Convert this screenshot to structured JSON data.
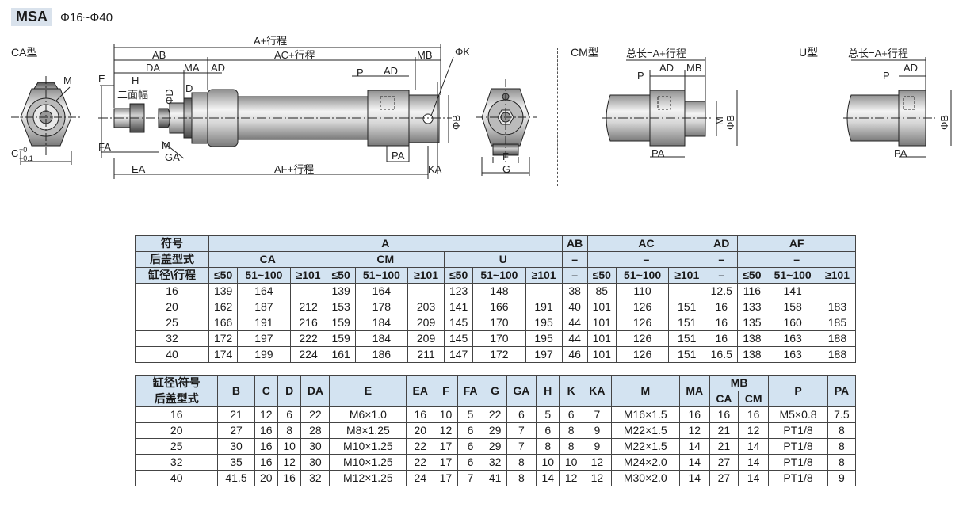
{
  "header": {
    "model": "MSA",
    "range": "Φ16~Φ40"
  },
  "views": {
    "ca": "CA型",
    "cm": "CM型",
    "u": "U型"
  },
  "drawing_labels": {
    "a_stroke": "A+行程",
    "ab": "AB",
    "ac_stroke": "AC+行程",
    "mb": "MB",
    "phik": "ΦK",
    "da": "DA",
    "ma": "MA",
    "ad": "AD",
    "e": "E",
    "h": "H",
    "two_face": "二面幅",
    "phid": "ΦD",
    "d": "D",
    "m": "M",
    "p": "P",
    "phib": "ΦB",
    "fa": "FA",
    "ga": "GA",
    "ea": "EA",
    "af_stroke": "AF+行程",
    "pa": "PA",
    "ka": "KA",
    "f": "F",
    "g": "G",
    "c_tol": "C",
    "c_sup": "+0",
    "c_sub": "−0.1",
    "total_len": "总长=A+行程",
    "cm_m": "M"
  },
  "table1": {
    "h1": {
      "sym": "符号",
      "a": "A",
      "ab": "AB",
      "ac": "AC",
      "ad": "AD",
      "af": "AF"
    },
    "h2": {
      "type": "后盖型式",
      "ca": "CA",
      "cm": "CM",
      "u": "U",
      "ab": "–",
      "ac": "–",
      "ad": "–",
      "af": "–"
    },
    "h3": {
      "bore": "缸径\\行程",
      "c1": "≤50",
      "c2": "51~100",
      "c3": "≥101",
      "ab": "–",
      "ad": "–"
    },
    "rows": [
      [
        "16",
        "139",
        "164",
        "–",
        "139",
        "164",
        "–",
        "123",
        "148",
        "–",
        "38",
        "85",
        "110",
        "–",
        "12.5",
        "116",
        "141",
        "–"
      ],
      [
        "20",
        "162",
        "187",
        "212",
        "153",
        "178",
        "203",
        "141",
        "166",
        "191",
        "40",
        "101",
        "126",
        "151",
        "16",
        "133",
        "158",
        "183"
      ],
      [
        "25",
        "166",
        "191",
        "216",
        "159",
        "184",
        "209",
        "145",
        "170",
        "195",
        "44",
        "101",
        "126",
        "151",
        "16",
        "135",
        "160",
        "185"
      ],
      [
        "32",
        "172",
        "197",
        "222",
        "159",
        "184",
        "209",
        "145",
        "170",
        "195",
        "44",
        "101",
        "126",
        "151",
        "16",
        "138",
        "163",
        "188"
      ],
      [
        "40",
        "174",
        "199",
        "224",
        "161",
        "186",
        "211",
        "147",
        "172",
        "197",
        "46",
        "101",
        "126",
        "151",
        "16.5",
        "138",
        "163",
        "188"
      ]
    ]
  },
  "table2": {
    "h1": {
      "bore_sym": "缸径\\符号",
      "type": "后盖型式",
      "cols": [
        "B",
        "C",
        "D",
        "DA",
        "E",
        "EA",
        "F",
        "FA",
        "G",
        "GA",
        "H",
        "K",
        "KA",
        "M",
        "MA"
      ],
      "mb": "MB",
      "p": "P",
      "pa": "PA"
    },
    "h2": {
      "ca": "CA",
      "cm": "CM"
    },
    "rows": [
      [
        "16",
        "21",
        "12",
        "6",
        "22",
        "M6×1.0",
        "16",
        "10",
        "5",
        "22",
        "6",
        "5",
        "6",
        "7",
        "M16×1.5",
        "16",
        "16",
        "16",
        "M5×0.8",
        "7.5"
      ],
      [
        "20",
        "27",
        "16",
        "8",
        "28",
        "M8×1.25",
        "20",
        "12",
        "6",
        "29",
        "7",
        "6",
        "8",
        "9",
        "M22×1.5",
        "12",
        "21",
        "12",
        "PT1/8",
        "8"
      ],
      [
        "25",
        "30",
        "16",
        "10",
        "30",
        "M10×1.25",
        "22",
        "17",
        "6",
        "29",
        "7",
        "8",
        "8",
        "9",
        "M22×1.5",
        "14",
        "21",
        "14",
        "PT1/8",
        "8"
      ],
      [
        "32",
        "35",
        "16",
        "12",
        "30",
        "M10×1.25",
        "22",
        "17",
        "6",
        "32",
        "8",
        "10",
        "10",
        "12",
        "M24×2.0",
        "14",
        "27",
        "14",
        "PT1/8",
        "8"
      ],
      [
        "40",
        "41.5",
        "20",
        "16",
        "32",
        "M12×1.25",
        "24",
        "17",
        "7",
        "41",
        "8",
        "14",
        "12",
        "12",
        "M30×2.0",
        "14",
        "27",
        "14",
        "PT1/8",
        "9"
      ]
    ]
  }
}
